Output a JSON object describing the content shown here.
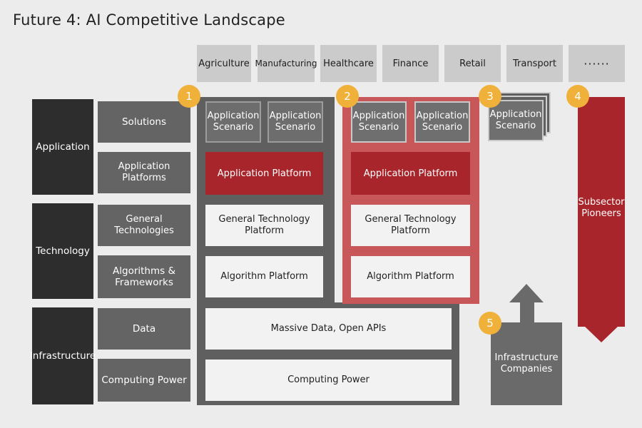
{
  "title": "Future 4: AI Competitive Landscape",
  "industries": [
    "Agriculture",
    "Manufacturing",
    "Healthcare",
    "Finance",
    "Retail",
    "Transport",
    "······"
  ],
  "layers": {
    "application": "Application",
    "technology": "Technology",
    "infrastructure": "Infrastructure"
  },
  "sublayers": {
    "solutions": "Solutions",
    "application_platforms": "Application Platforms",
    "general_technologies": "General Technologies",
    "algorithms_frameworks": "Algorithms & Frameworks",
    "data": "Data",
    "computing_power": "Computing Power"
  },
  "player1": {
    "badge": "1",
    "scenario_a": "Application Scenario",
    "scenario_b": "Application Scenario",
    "app_platform": "Application Platform",
    "general_tech": "General Technology Platform",
    "algorithm": "Algorithm Platform",
    "massive_data": "Massive Data, Open APIs",
    "computing_power": "Computing Power"
  },
  "player2": {
    "badge": "2",
    "scenario_a": "Application Scenario",
    "scenario_b": "Application Scenario",
    "app_platform": "Application Platform",
    "general_tech": "General Technology Platform",
    "algorithm": "Algorithm Platform"
  },
  "player3": {
    "badge": "3",
    "scenario": "Application Scenario"
  },
  "player4": {
    "badge": "4",
    "label": "Subsector Pioneers"
  },
  "player5": {
    "badge": "5",
    "label": "Infrastructure Companies"
  },
  "colors": {
    "accent_red": "#a8262b",
    "badge_yellow": "#f0b13a",
    "dark_gray": "#2d2d2d",
    "mid_gray": "#646464"
  }
}
